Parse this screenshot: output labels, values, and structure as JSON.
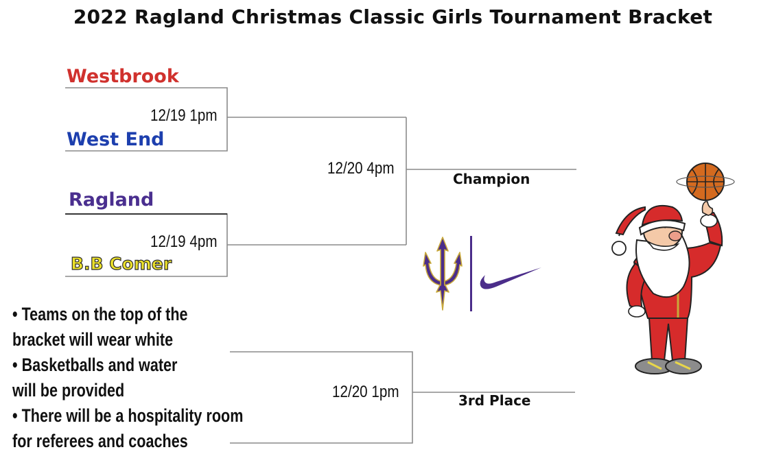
{
  "title": "2022 Ragland Christmas Classic Girls Tournament Bracket",
  "teams": {
    "westbrook": "Westbrook",
    "west_end": "West End",
    "ragland": "Ragland",
    "bb_comer": "B.B Comer"
  },
  "games": {
    "semi1_time": "12/19 1pm",
    "semi2_time": "12/19 4pm",
    "final_time": "12/20 4pm",
    "third_time": "12/20 1pm"
  },
  "results": {
    "champion_label": "Champion",
    "third_place_label": "3rd Place"
  },
  "notes": {
    "n1_l1": "•  Teams on the top of the",
    "n1_l2": " bracket will wear white",
    "n2_l1": "•  Basketballs and water",
    "n2_l2": "will be provided",
    "n3_l1": "•  There will be a hospitality room",
    "n3_l2": "for referees and coaches"
  },
  "colors": {
    "westbrook": "#d0312d",
    "west_end": "#1d3fae",
    "ragland": "#4a2f8f",
    "bb_comer": "#ece12a",
    "bracket_line": "#8a8a8a",
    "logo_purple": "#4b2d8a"
  },
  "icons": {
    "logo": "trident-logo",
    "swoosh": "swoosh-logo",
    "mascot": "santa-spinning-basketball-illustration"
  }
}
